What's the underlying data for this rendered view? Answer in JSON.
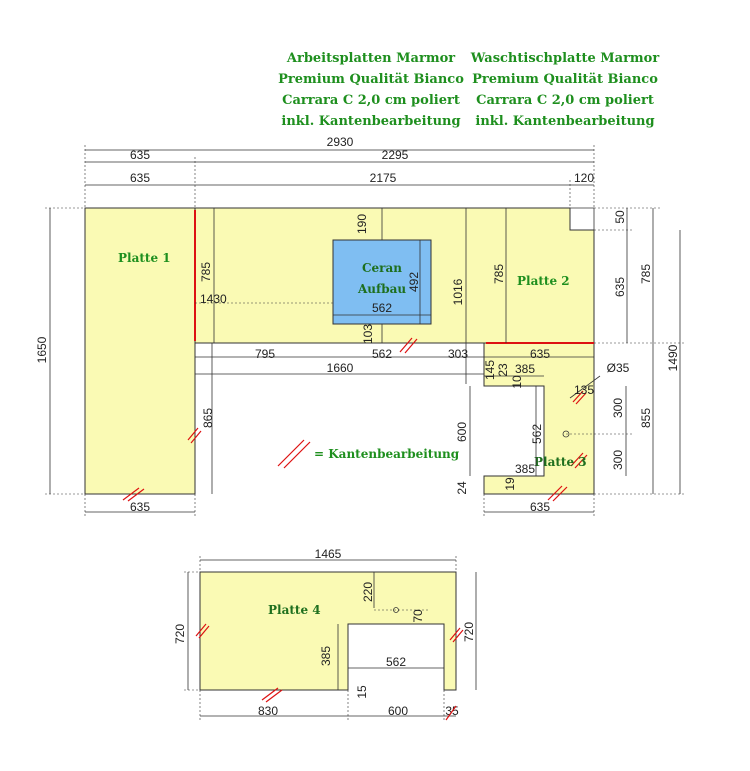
{
  "titles": {
    "left": [
      "Arbeitsplatten Marmor",
      "Premium Qualität Bianco",
      "Carrara C 2,0 cm poliert",
      "inkl. Kantenbearbeitung"
    ],
    "right": [
      "Waschtischplatte Marmor",
      "Premium Qualität Bianco",
      "Carrara C 2,0 cm poliert",
      "inkl. Kantenbearbeitung"
    ]
  },
  "labels": {
    "platte1": "Platte 1",
    "platte2": "Platte 2",
    "platte3": "Platte 3",
    "platte4": "Platte 4",
    "ceran_line1": "Ceran",
    "ceran_line2": "Aufbau",
    "legend": "= Kantenbearbeitung"
  },
  "dims": {
    "d2930": "2930",
    "d635_top1": "635",
    "d2295": "2295",
    "d635_top2": "635",
    "d2175": "2175",
    "d120": "120",
    "d190": "190",
    "d492": "492",
    "d562_ceran": "562",
    "d103": "103",
    "d1430": "1430",
    "d785_left": "785",
    "d785_mid": "785",
    "d1016": "1016",
    "d50": "50",
    "d635_right": "635",
    "d785_right": "785",
    "d1650": "1650",
    "d795": "795",
    "d562_mid": "562",
    "d303": "303",
    "d635_p2": "635",
    "d1660": "1660",
    "d145": "145",
    "d23": "23",
    "d385_top": "385",
    "d10": "10",
    "d035": "Ø35",
    "d135": "135",
    "d1490": "1490",
    "d865": "865",
    "d600": "600",
    "d562_p3": "562",
    "d300_a": "300",
    "d300_b": "300",
    "d855": "855",
    "d385_bot": "385",
    "d24": "24",
    "d19": "19",
    "d635_bot_left": "635",
    "d635_bot_right": "635",
    "d1465": "1465",
    "d220": "220",
    "d70": "70",
    "d720_left": "720",
    "d720_right": "720",
    "d385_p4": "385",
    "d562_p4": "562",
    "d15": "15",
    "d830": "830",
    "d600_p4": "600",
    "d35": "35"
  },
  "colors": {
    "slab": "#fafab4",
    "ceran": "#7fbef2",
    "edge": "#dd1111",
    "title": "#1e8f1e"
  }
}
